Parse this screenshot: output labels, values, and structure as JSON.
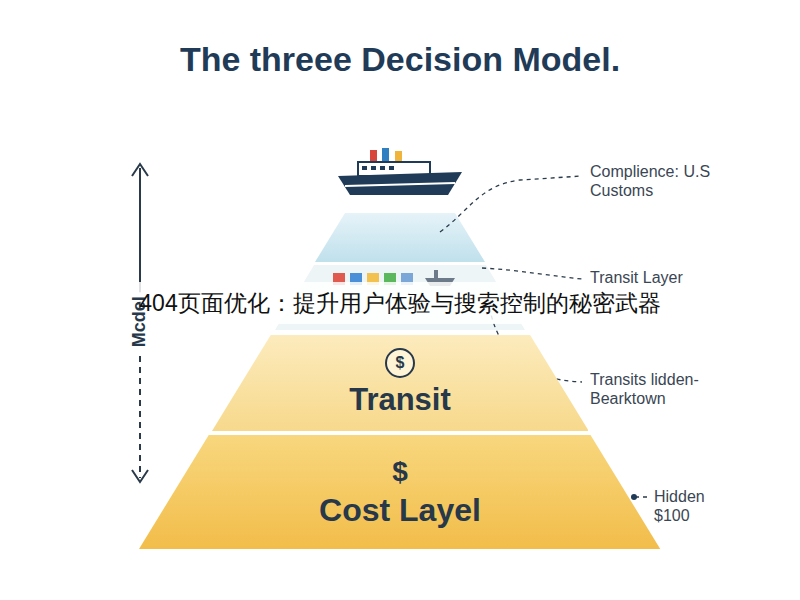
{
  "diagram": {
    "title": "The threee Decision Model.",
    "nodes": [
      {
        "text": [
          "$",
          "Transit"
        ]
      },
      {
        "text": [
          "$",
          "Cost Layel"
        ]
      }
    ],
    "labels": [
      "Complience: U.S Customs",
      "Transit Layer",
      "Transits lidden- Bearktown",
      "Hidden $100",
      "Mcdel",
      "404页面优化：提升用户体验与搜索控制的秘密武器"
    ]
  }
}
